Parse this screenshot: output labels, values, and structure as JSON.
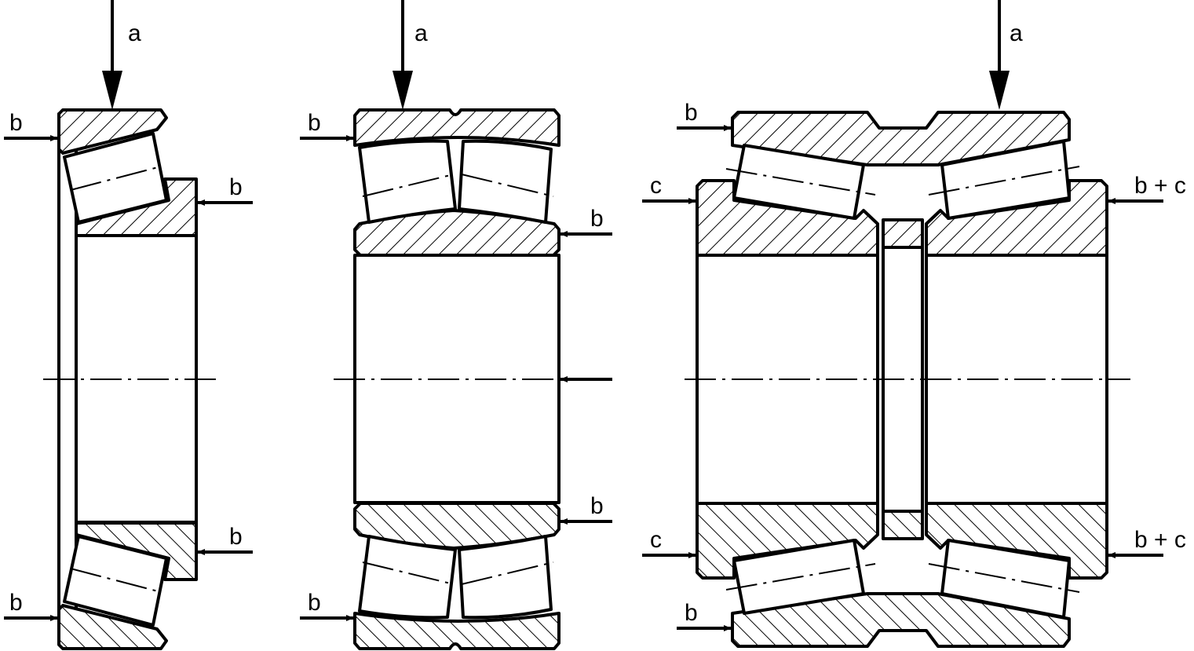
{
  "diagram": {
    "colors": {
      "line": "#000000",
      "background": "#ffffff"
    },
    "bearing_1": {
      "top_load": "a",
      "left_top": "b",
      "right_top": "b",
      "right_bottom": "b",
      "left_bottom": "b"
    },
    "bearing_2": {
      "top_load": "a",
      "left_top": "b",
      "right_top": "b",
      "right_bottom": "b",
      "left_bottom": "b"
    },
    "bearing_3": {
      "top_load": "a",
      "left_top": "b",
      "left_mid_top": "c",
      "right_top": "b + c",
      "left_mid_bottom": "c",
      "right_bottom": "b + c",
      "left_bottom": "b"
    }
  }
}
